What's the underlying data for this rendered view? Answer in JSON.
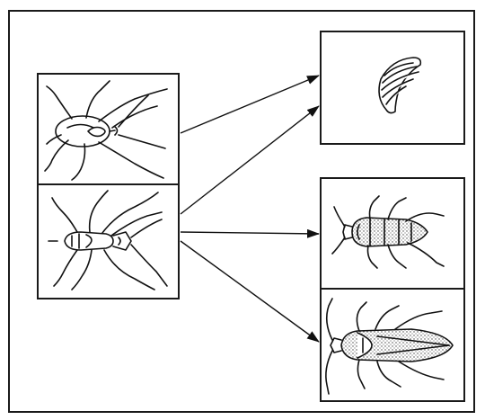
{
  "diagram": {
    "panels": [
      {
        "id": "src-top",
        "icon": "spider-like-insect-icon"
      },
      {
        "id": "src-bottom",
        "icon": "long-bodied-insect-top-view-icon"
      },
      {
        "id": "dst-egg",
        "icon": "egg-case-icon"
      },
      {
        "id": "dst-nymph",
        "icon": "nymph-icon"
      },
      {
        "id": "dst-adult",
        "icon": "winged-adult-insect-icon"
      }
    ],
    "arrows": [
      {
        "from": "src-top",
        "to": "dst-egg"
      },
      {
        "from": "src-bottom",
        "to": "dst-egg"
      },
      {
        "from": "src-bottom",
        "to": "dst-nymph"
      },
      {
        "from": "src-bottom",
        "to": "dst-adult"
      }
    ]
  },
  "colors": {
    "ink": "#111111",
    "background": "#ffffff",
    "panel_stroke": "#1a1a1a",
    "shading": "#555555"
  }
}
